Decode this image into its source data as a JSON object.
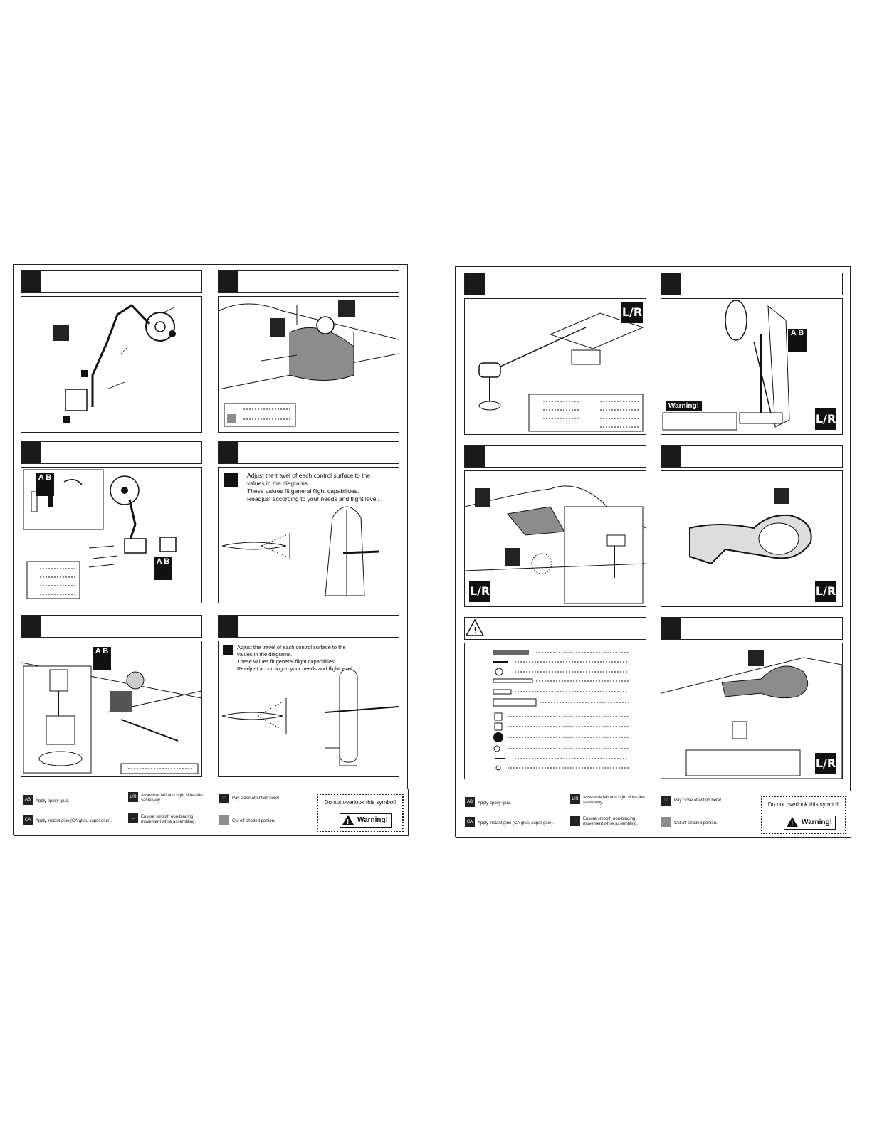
{
  "steps": {
    "rudder_note": {
      "icon": "pay-attention-icon",
      "line1": "Adjust the travel of each control surface to the",
      "line2": "values in the diagrams.",
      "line3": "These values fit general flight capabilities.",
      "line4": "Readjust according to your needs and flight level."
    },
    "elevator_note": {
      "icon": "pay-attention-icon",
      "line1": "Adjust the travel of each control surface to the",
      "line2": "values in the diagrams.",
      "line3": "These values fit general flight capabilities.",
      "line4": "Readjust according to your needs and flight level"
    },
    "warning_label": "Warning!",
    "ab_label": "A B",
    "lr_label": "L/R"
  },
  "legend_left": {
    "epoxy": "Apply epoxy glue.",
    "instant": "Apply instant glue (CA glue, super glue).",
    "lr": "Assemble left and right sides the same way.",
    "smooth": "Ensure smooth non-binding movement while assembling.",
    "attention": "Pay close attention here!",
    "cut": "Cut off shaded portion.",
    "overlook": "Do not overlook this symbol!",
    "warning": "Warning!"
  },
  "legend_right": {
    "epoxy": "Apply epoxy glue.",
    "instant": "Apply instant glue (CA glue, super glue).",
    "lr": "Assemble left and right sides the same way.",
    "smooth": "Ensure smooth non-binding movement while assembling.",
    "attention": "Pay close attention here!",
    "cut": "Cut off shaded portion.",
    "overlook": "Do not overlook this symbol!",
    "warning": "Warning!"
  },
  "colors": {
    "ink": "#111111",
    "header_block": "#1a1a1a",
    "shade": "#8c8c8c",
    "paper": "#ffffff"
  }
}
